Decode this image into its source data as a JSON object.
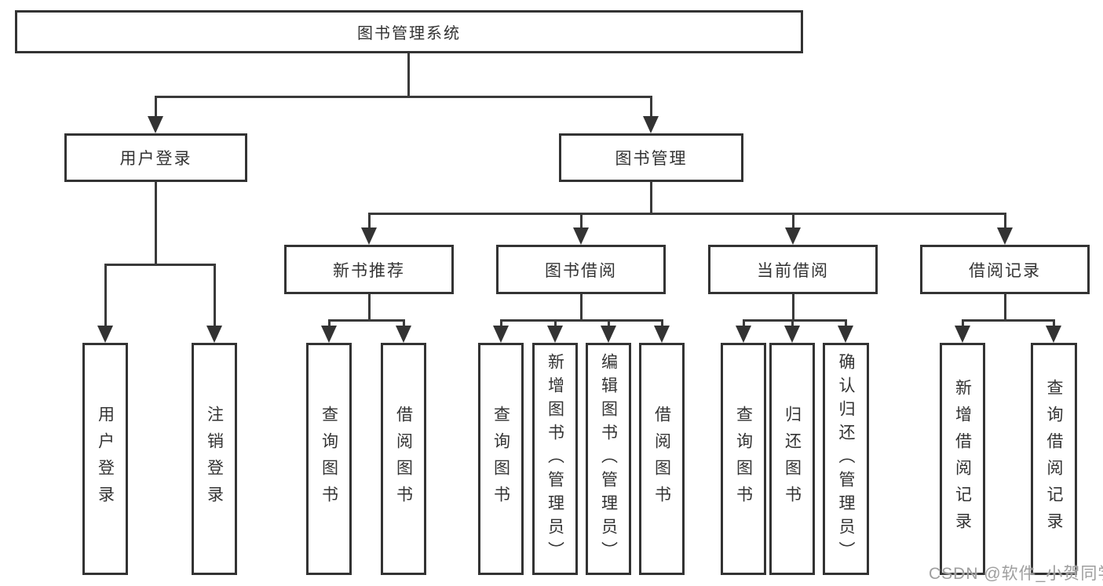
{
  "tree": {
    "root": "图书管理系统",
    "branches": [
      {
        "label": "用户登录",
        "children": [
          "用户登录",
          "注销登录"
        ]
      },
      {
        "label": "图书管理",
        "groups": [
          {
            "label": "新书推荐",
            "children": [
              "查询图书",
              "借阅图书"
            ]
          },
          {
            "label": "图书借阅",
            "children": [
              "查询图书",
              "新增图书（管理员）",
              "编辑图书（管理员）",
              "借阅图书"
            ]
          },
          {
            "label": "当前借阅",
            "children": [
              "查询图书",
              "归还图书",
              "确认归还（管理员）"
            ]
          },
          {
            "label": "借阅记录",
            "children": [
              "新增借阅记录",
              "查询借阅记录"
            ]
          }
        ]
      }
    ]
  },
  "watermark": {
    "text": "CSDN @软件_小贺同学"
  },
  "colors": {
    "line": "#3a3a3a",
    "border": "#333333",
    "text": "#333333",
    "watermark": "#9e9e9e"
  }
}
